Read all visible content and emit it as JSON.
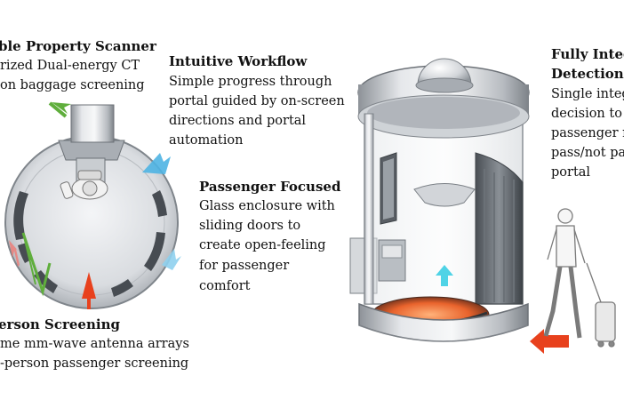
{
  "labels": {
    "scanner": {
      "title": "ble Property Scanner",
      "line1": "rized  Dual-energy  CT",
      "line2": "on baggage screening"
    },
    "workflow": {
      "title": "Intuitive Workflow",
      "line1": "Simple progress through",
      "line2": "portal guided by on-screen",
      "line3": "directions and portal",
      "line4": "automation"
    },
    "passenger": {
      "title": "Passenger Focused",
      "line1": "Glass enclosure with",
      "line2": "sliding doors to",
      "line3": "create open-feeling",
      "line4": "for passenger",
      "line5": "comfort"
    },
    "person_screening": {
      "title": "erson Screening",
      "line1": "me mm-wave antenna arrays",
      "line2": "-person passenger screening"
    },
    "detection": {
      "title1": "Fully Integ",
      "title2": "Detection",
      "line1": "Single integ",
      "line2": "decision to",
      "line3": "passenger r",
      "line4": "pass/not pa",
      "line5": "portal"
    }
  },
  "colors": {
    "arrow_blue": "#4fb4e3",
    "arrow_red": "#e8411d",
    "arrow_green": "#5fae3c",
    "metal": "#c9ccd0",
    "floor_glow": "#f07a3c"
  }
}
